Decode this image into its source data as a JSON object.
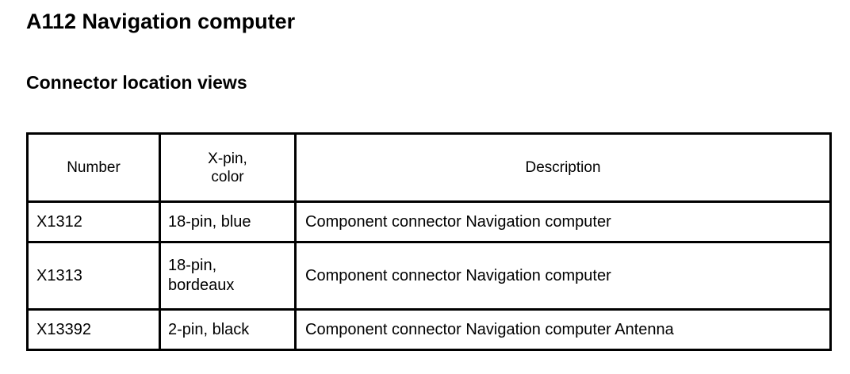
{
  "document": {
    "title": "A112 Navigation computer",
    "section_title": "Connector location views"
  },
  "table": {
    "headers": {
      "number": "Number",
      "xpin_line1": "X-pin,",
      "xpin_line2": "color",
      "description": "Description"
    },
    "rows": [
      {
        "number": "X1312",
        "xpin_line1": "18-pin, blue",
        "xpin_line2": "",
        "description": "Component connector Navigation computer"
      },
      {
        "number": "X1313",
        "xpin_line1": "18-pin,",
        "xpin_line2": "bordeaux",
        "description": "Component connector Navigation computer"
      },
      {
        "number": "X13392",
        "xpin_line1": "2-pin, black",
        "xpin_line2": "",
        "description": "Component connector Navigation computer Antenna"
      }
    ]
  },
  "colors": {
    "background": "#ffffff",
    "text": "#000000",
    "border": "#000000"
  }
}
